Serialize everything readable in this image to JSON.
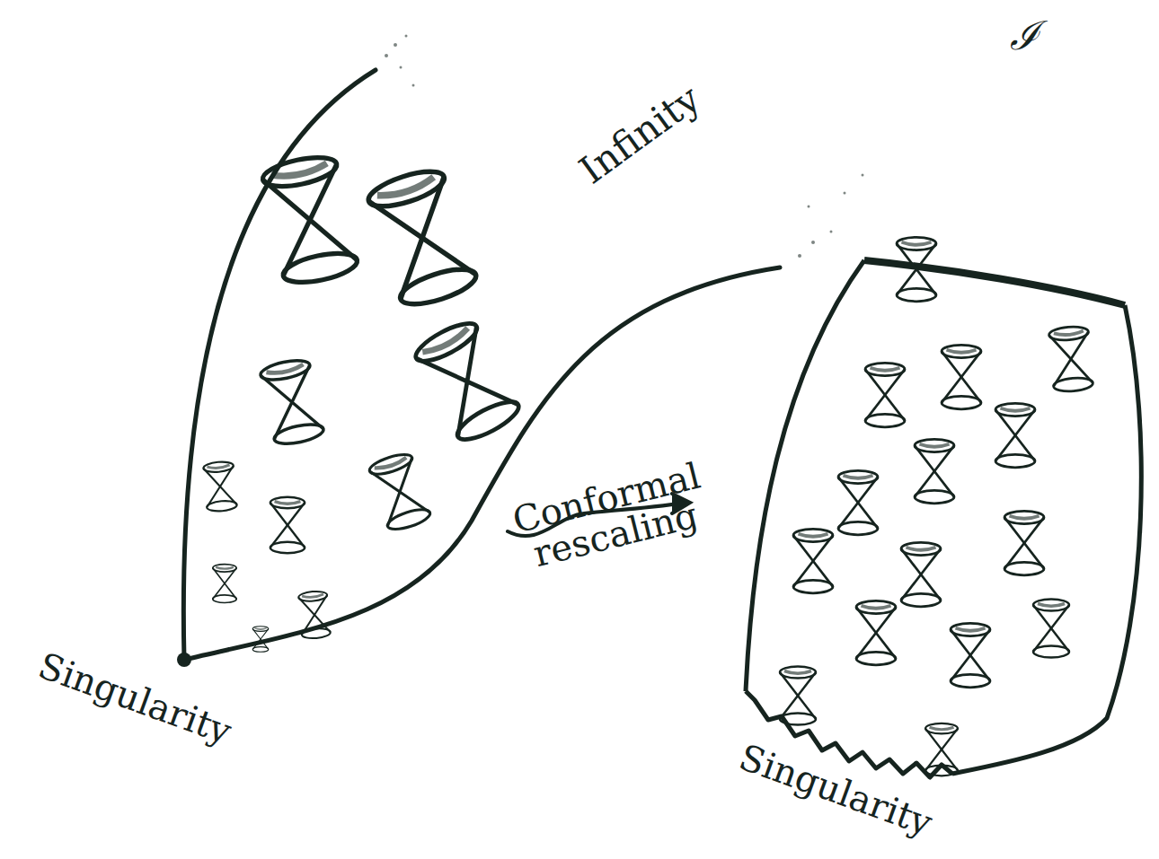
{
  "diagram": {
    "labels": [
      "Infinity",
      "Conformal rescaling",
      "Singularity",
      "Singularity",
      "ℐ"
    ]
  }
}
